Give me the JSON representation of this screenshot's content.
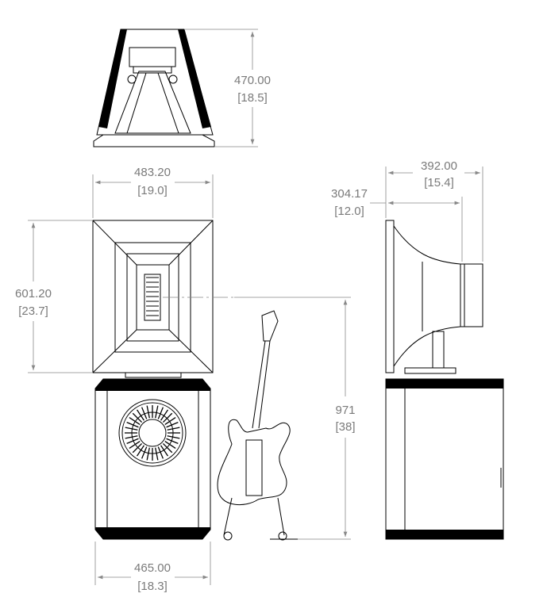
{
  "dimensions": {
    "top_height": {
      "value": "470.00",
      "inches": "[18.5]"
    },
    "front_width": {
      "value": "483.20",
      "inches": "[19.0]"
    },
    "front_height": {
      "value": "601.20",
      "inches": "[23.7]"
    },
    "side_depth": {
      "value": "392.00",
      "inches": "[15.4]"
    },
    "side_horn_depth": {
      "value": "304.17",
      "inches": "[12.0]"
    },
    "center_height": {
      "value": "971",
      "inches": "[38]"
    },
    "cabinet_width": {
      "value": "465.00",
      "inches": "[18.3]"
    }
  },
  "colors": {
    "line": "#000000",
    "dimension_text": "#7a7a7a"
  }
}
